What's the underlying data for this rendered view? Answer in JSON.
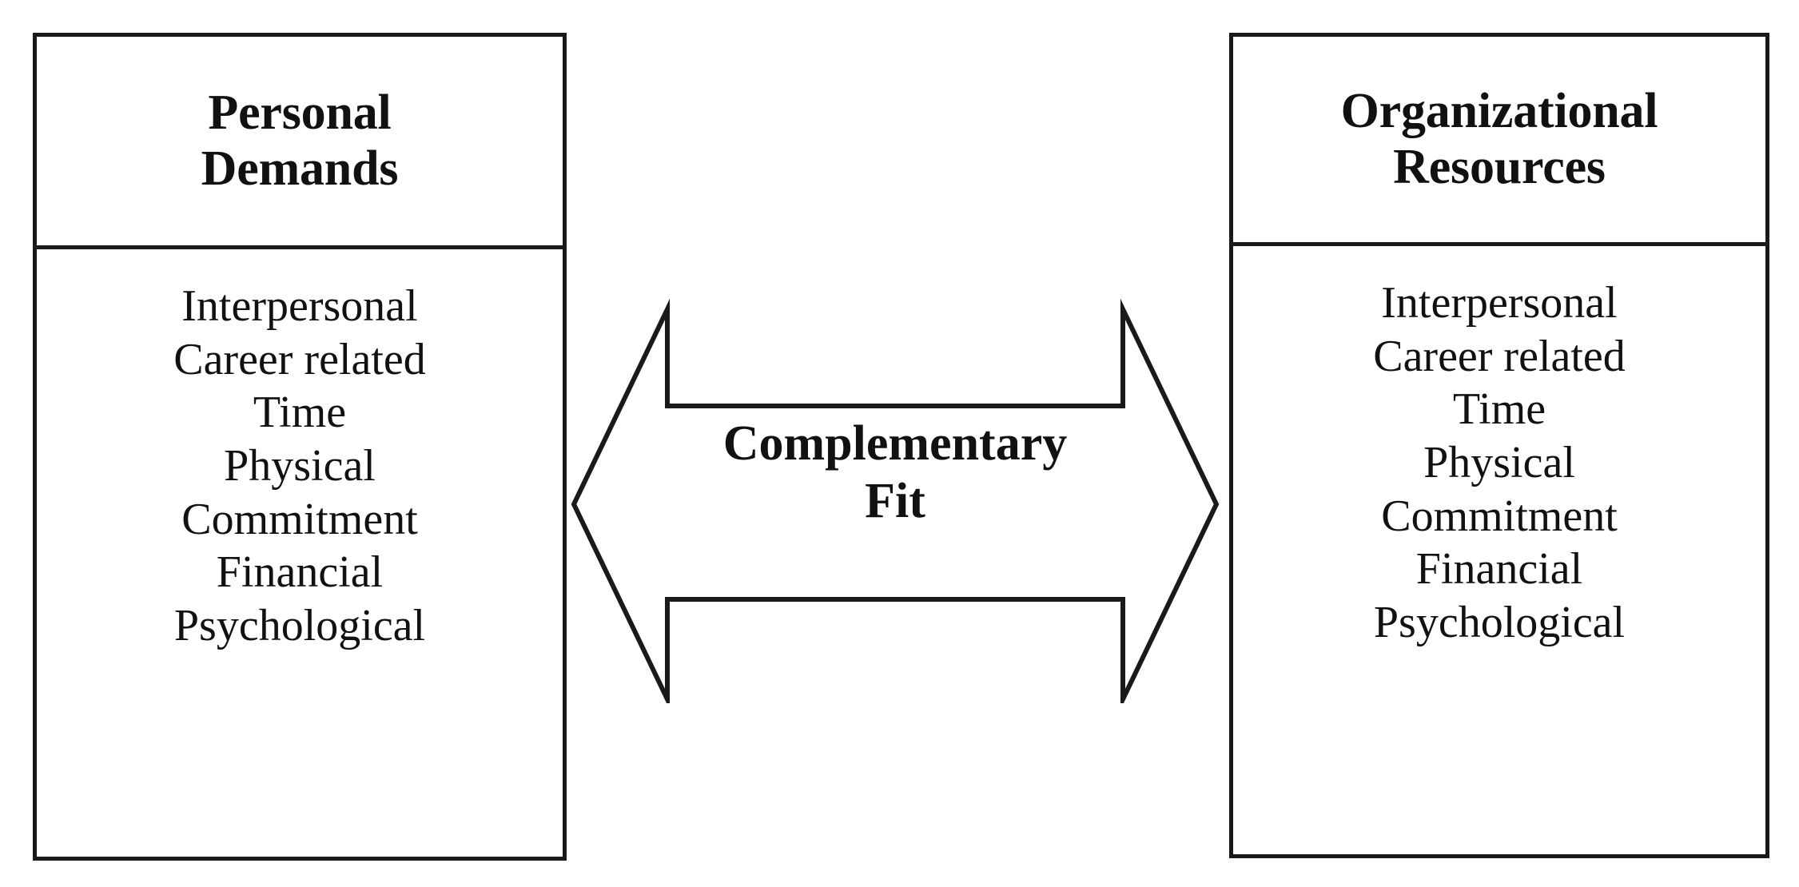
{
  "figure": {
    "type": "two-box-bidirectional-arrow-diagram",
    "background_color": "#ffffff",
    "line_color": "#1a1a1a"
  },
  "left_panel": {
    "title": "Personal Demands",
    "title_line1": "Personal",
    "title_line2": "Demands",
    "items": [
      "Interpersonal",
      "Career related",
      "Time",
      "Physical",
      "Commitment",
      "Financial",
      "Psychological"
    ]
  },
  "right_panel": {
    "title": "Organizational Resources",
    "title_line1": "Organizational",
    "title_line2": "Resources",
    "items": [
      "Interpersonal",
      "Career related",
      "Time",
      "Physical",
      "Commitment",
      "Financial",
      "Psychological"
    ]
  },
  "connector": {
    "icon": "double-headed-arrow-icon",
    "label": "Complementary Fit",
    "label_line1": "Complementary",
    "label_line2": "Fit",
    "direction": "bidirectional"
  }
}
